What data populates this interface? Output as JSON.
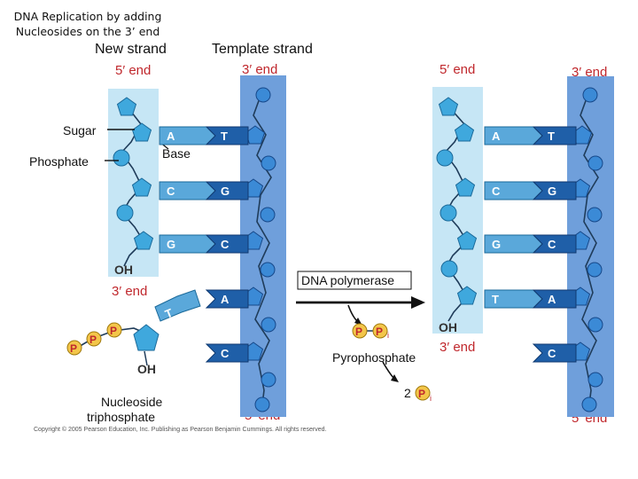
{
  "title": {
    "line1": "DNA Replication by adding",
    "line2": "Nucleosides on the 3’ end"
  },
  "labels": {
    "new_strand": "New strand",
    "template_strand": "Template strand",
    "five_prime_end": "5′ end",
    "three_prime_end": "3′ end",
    "sugar": "Sugar",
    "phosphate": "Phosphate",
    "base": "Base",
    "oh": "OH",
    "dna_polymerase": "DNA polymerase",
    "pyrophosphate": "Pyrophosphate",
    "nucleoside_triphosphate_line1": "Nucleoside",
    "nucleoside_triphosphate_line2": "triphosphate",
    "p": "P",
    "pi": "P",
    "pi_sub": "i",
    "two": "2"
  },
  "left_pairs": [
    {
      "new_base": "A",
      "template_base": "T"
    },
    {
      "new_base": "C",
      "template_base": "G"
    },
    {
      "new_base": "G",
      "template_base": "C"
    },
    {
      "new_base": "",
      "template_base": "A"
    },
    {
      "new_base": "",
      "template_base": "C"
    }
  ],
  "incoming_nucleotide_base": "T",
  "right_pairs": [
    {
      "new_base": "A",
      "template_base": "T"
    },
    {
      "new_base": "C",
      "template_base": "G"
    },
    {
      "new_base": "G",
      "template_base": "C"
    },
    {
      "new_base": "T",
      "template_base": "A"
    },
    {
      "new_base": "",
      "template_base": "C"
    }
  ],
  "copyright": "Copyright © 2005 Pearson Education, Inc. Publishing as Pearson Benjamin Cummings. All rights reserved.",
  "colors": {
    "new_strand_bg": "#c6e6f5",
    "template_strand_bg": "#6f9fdb",
    "sugar_fill": "#3fa8dd",
    "new_base_fill": "#5aa8da",
    "template_base_fill": "#1f5fa8",
    "phosphate_fill": "#f3c64a",
    "accent_text": "#c0282d"
  }
}
